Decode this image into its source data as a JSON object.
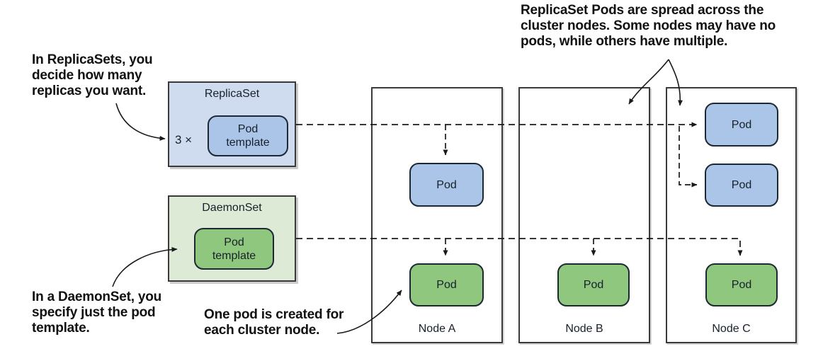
{
  "figure": {
    "topic": "ReplicaSet vs DaemonSet pod scheduling",
    "background": "#ffffff"
  },
  "annotations": {
    "replicaset_note": [
      "In ReplicaSets, you",
      "decide how many",
      "replicas you want."
    ],
    "daemonset_note": [
      "In a DaemonSet, you",
      "specify just the pod",
      "template."
    ],
    "one_pod_note": [
      "One pod is created for",
      "each cluster node."
    ],
    "spread_note": [
      "ReplicaSet Pods are spread across the",
      "cluster nodes. Some nodes may have no",
      "pods, while others have multiple."
    ]
  },
  "replicaset": {
    "title": "ReplicaSet",
    "replica_count_label": "3 ×",
    "pod_template_label": [
      "Pod",
      "template"
    ]
  },
  "daemonset": {
    "title": "DaemonSet",
    "pod_template_label": [
      "Pod",
      "template"
    ]
  },
  "nodes": [
    {
      "name": "Node A",
      "pods": [
        {
          "label": "Pod",
          "type": "replicaset"
        },
        {
          "label": "Pod",
          "type": "daemonset"
        }
      ]
    },
    {
      "name": "Node B",
      "pods": [
        {
          "label": "Pod",
          "type": "daemonset"
        }
      ]
    },
    {
      "name": "Node C",
      "pods": [
        {
          "label": "Pod",
          "type": "replicaset"
        },
        {
          "label": "Pod",
          "type": "replicaset"
        },
        {
          "label": "Pod",
          "type": "daemonset"
        }
      ]
    }
  ],
  "colors": {
    "replicaset_box_fill": "#cfdbee",
    "replicaset_pod_fill": "#aac5e8",
    "daemonset_box_fill": "#ddebd6",
    "daemonset_pod_fill": "#8ec77d",
    "box_border": "#3a3a3a",
    "pod_border": "#1d2835",
    "connector_line": "#1a1a1a",
    "text": "#111111"
  }
}
